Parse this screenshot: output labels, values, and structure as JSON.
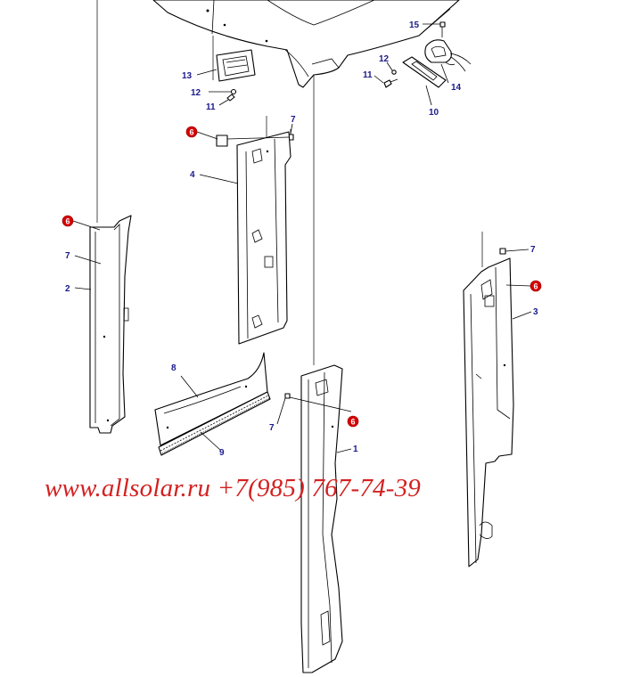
{
  "watermark": {
    "text": "www.allsolar.ru +7(985) 767-74-39",
    "color": "#d42020"
  },
  "colors": {
    "line": "#000000",
    "part_number": "#1a1a8c",
    "badge": "#d60000"
  },
  "labels": {
    "n15": "15",
    "n13": "13",
    "n12a": "12",
    "n11a": "11",
    "n12b": "12",
    "n11b": "11",
    "n14": "14",
    "n10": "10",
    "n7a": "7",
    "n6a": "6",
    "n4": "4",
    "n6b": "6",
    "n7b": "7",
    "n2": "2",
    "n7c": "7",
    "n6c": "6",
    "n3": "3",
    "n8": "8",
    "n9": "9",
    "n6d": "6",
    "n7d": "7",
    "n1": "1"
  }
}
